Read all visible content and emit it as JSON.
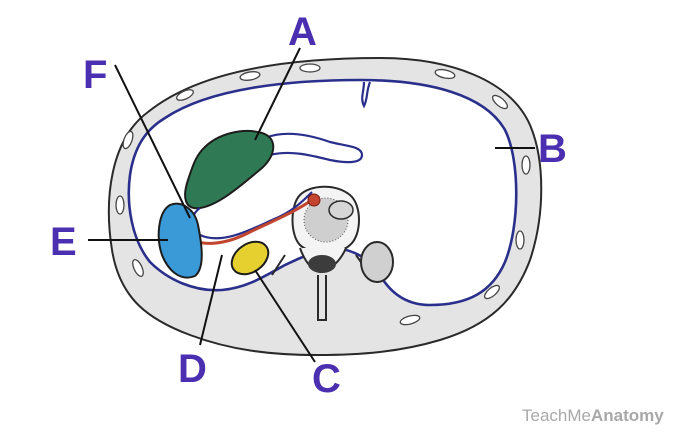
{
  "labels": {
    "A": "A",
    "B": "B",
    "C": "C",
    "D": "D",
    "E": "E",
    "F": "F"
  },
  "watermark": {
    "light": "TeachMe",
    "bold": "Anatomy"
  },
  "colors": {
    "label": "#4a2fb0",
    "body_wall": "#e4e4e4",
    "outline": "#2a2a2a",
    "peritoneum": "#2a2f8c",
    "structure_A": "#2f7a55",
    "structure_C": "#e6d030",
    "structure_E": "#3a9ad8",
    "vessel_F": "#c2462f"
  }
}
